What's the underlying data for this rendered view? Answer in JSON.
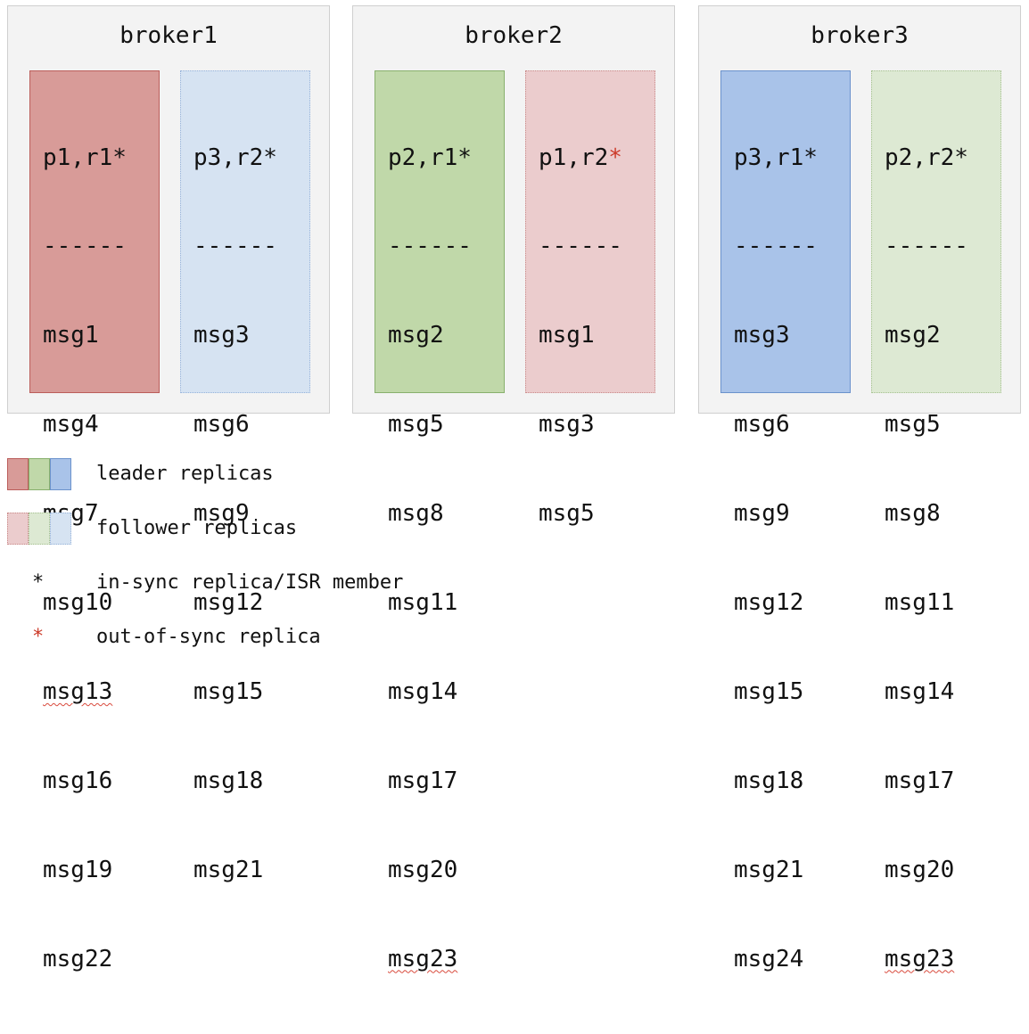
{
  "brokers": [
    {
      "title": "broker1",
      "replicas": [
        {
          "label": "p1,r1",
          "star": "*",
          "sync": "in",
          "role": "leader",
          "color": "#d89b98",
          "divider": "------",
          "messages": [
            "msg1",
            "msg4",
            "msg7",
            "msg10",
            "msg13",
            "msg16",
            "msg19",
            "msg22"
          ]
        },
        {
          "label": "p3,r2",
          "star": "*",
          "sync": "in",
          "role": "follower",
          "color": "#d6e3f2",
          "divider": "------",
          "messages": [
            "msg3",
            "msg6",
            "msg9",
            "msg12",
            "msg15",
            "msg18",
            "msg21"
          ]
        }
      ]
    },
    {
      "title": "broker2",
      "replicas": [
        {
          "label": "p2,r1",
          "star": "*",
          "sync": "in",
          "role": "leader",
          "color": "#c0d8a9",
          "divider": "------",
          "messages": [
            "msg2",
            "msg5",
            "msg8",
            "msg11",
            "msg14",
            "msg17",
            "msg20",
            "msg23"
          ]
        },
        {
          "label": "p1,r2",
          "star": "*",
          "sync": "out",
          "role": "follower",
          "color": "#ebcccd",
          "divider": "------",
          "messages": [
            "msg1",
            "msg3",
            "msg5"
          ]
        }
      ]
    },
    {
      "title": "broker3",
      "replicas": [
        {
          "label": "p3,r1",
          "star": "*",
          "sync": "in",
          "role": "leader",
          "color": "#a9c3e9",
          "divider": "------",
          "messages": [
            "msg3",
            "msg6",
            "msg9",
            "msg12",
            "msg15",
            "msg18",
            "msg21",
            "msg24"
          ]
        },
        {
          "label": "p2,r2",
          "star": "*",
          "sync": "in",
          "role": "follower",
          "color": "#dde9d3",
          "divider": "------",
          "messages": [
            "msg2",
            "msg5",
            "msg8",
            "msg11",
            "msg14",
            "msg17",
            "msg20",
            "msg23"
          ]
        }
      ]
    }
  ],
  "legend": {
    "leader_label": "leader replicas",
    "follower_label": "follower replicas",
    "isr_star": "*",
    "isr_label": "in-sync replica/ISR member",
    "oos_star": "*",
    "oos_label": "out-of-sync replica",
    "leader_colors": [
      "#d89b98",
      "#c0d8a9",
      "#a9c3e9"
    ],
    "follower_colors": [
      "#ebcccd",
      "#dde9d3",
      "#d6e3f2"
    ],
    "oos_color": "#cc3a29"
  }
}
